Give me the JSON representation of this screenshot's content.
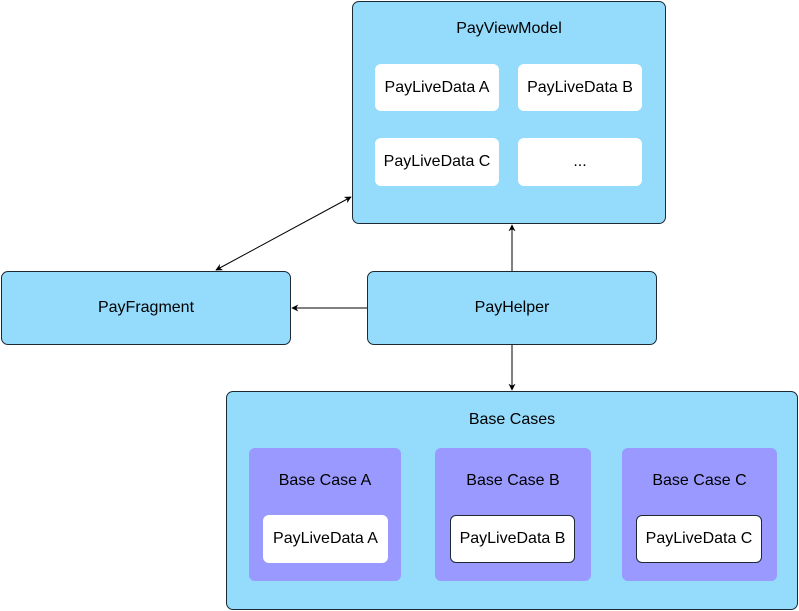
{
  "view_model": {
    "title": "PayViewModel",
    "items": [
      "PayLiveData A",
      "PayLiveData B",
      "PayLiveData C",
      "..."
    ]
  },
  "fragment": {
    "label": "PayFragment"
  },
  "helper": {
    "label": "PayHelper"
  },
  "base_cases": {
    "title": "Base Cases",
    "cases": [
      {
        "title": "Base Case A",
        "item": "PayLiveData A"
      },
      {
        "title": "Base Case B",
        "item": "PayLiveData B"
      },
      {
        "title": "Base Case C",
        "item": "PayLiveData C"
      }
    ]
  },
  "colors": {
    "container": "#94dbfc",
    "case": "#9999ff",
    "item": "#ffffff",
    "stroke": "#1e2a33"
  }
}
